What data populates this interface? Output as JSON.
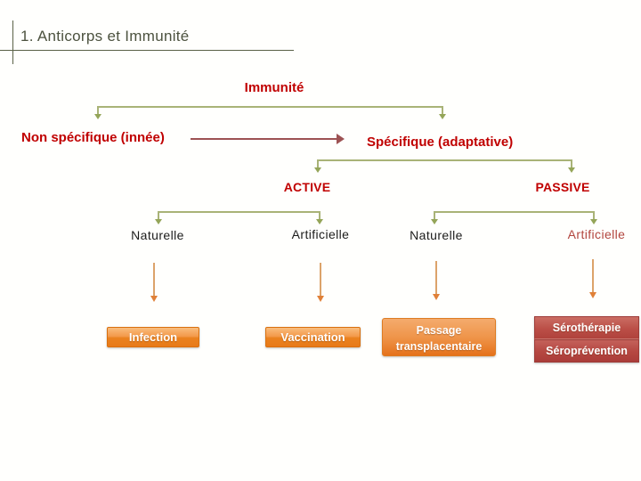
{
  "slide": {
    "title": "1. Anticorps et Immunité"
  },
  "tree": {
    "root": {
      "label": "Immunité"
    },
    "level1": [
      {
        "label": "Non spécifique (innée)"
      },
      {
        "label": "Spécifique (adaptative)"
      }
    ],
    "level2": [
      {
        "label": "ACTIVE"
      },
      {
        "label": "PASSIVE"
      }
    ],
    "level3": [
      {
        "label": "Naturelle"
      },
      {
        "label": "Artificielle"
      },
      {
        "label": "Naturelle"
      },
      {
        "label": "Artificielle"
      }
    ],
    "leaves": [
      {
        "label": "Infection"
      },
      {
        "label": "Vaccination"
      },
      {
        "label": "Passage transplacentaire"
      },
      {
        "label": "Sérothérapie"
      },
      {
        "label": "Séroprévention"
      }
    ]
  },
  "colors": {
    "red_text": "#c00000",
    "brick_text": "#b2453e",
    "title_text": "#4c523f",
    "title_rule": "#5a6147",
    "connector_olive": "#a9b377",
    "connector_olive_head": "#94a558",
    "arrow_dark_red": "#9d5253",
    "arrow_orange_line": "#dca36a",
    "arrow_orange_head": "#e08038",
    "box_orange_top": "#f9bd7e",
    "box_orange_bottom": "#e87a19",
    "box_red_top": "#cb6d63",
    "box_red_bottom": "#b0423c"
  }
}
